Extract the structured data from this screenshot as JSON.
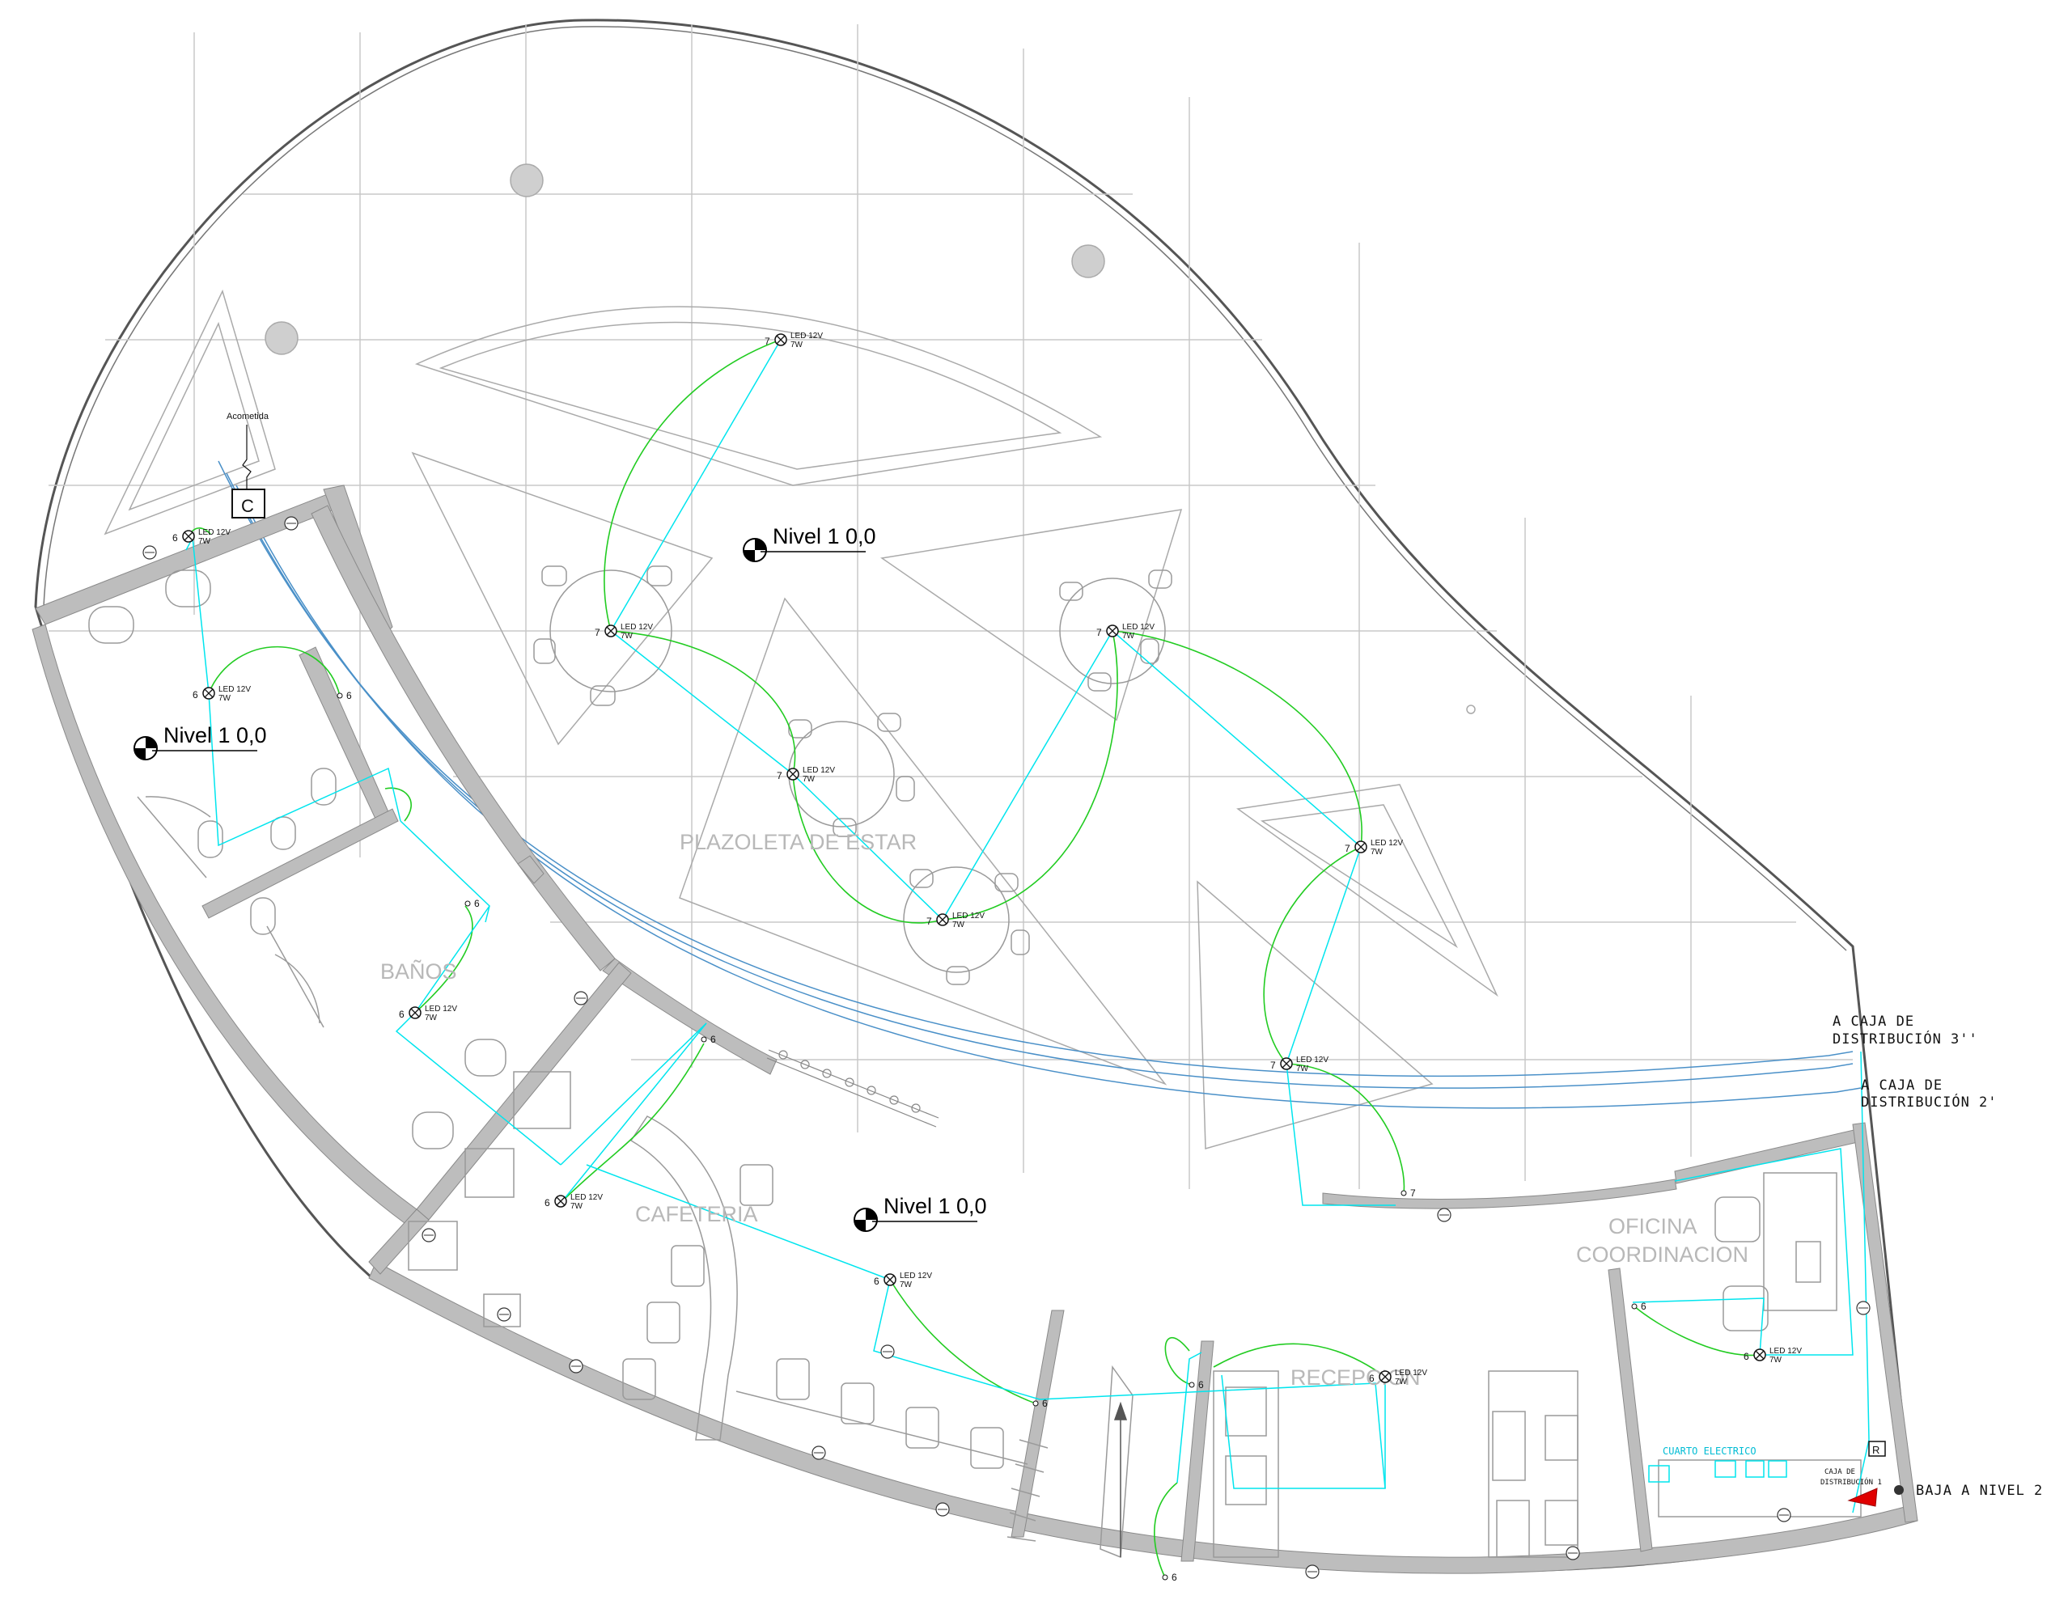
{
  "rooms": {
    "plazoleta": "PLAZOLETA DE ESTAR",
    "banos": "BAÑOS",
    "cafeteria": "CAFETERIA",
    "recepcion": "RECEPCION",
    "oficina_line1": "OFICINA",
    "oficina_line2": "COORDINACION",
    "cuarto": "CUARTO ELECTRICO"
  },
  "level_marker": "Nivel 1  0,0",
  "acometida": "Acometida",
  "meter_letter": "C",
  "r_box_letter": "R",
  "notes": {
    "caja3_line1": "A CAJA DE",
    "caja3_line2": "DISTRIBUCIÓN 3''",
    "caja2_line1": "A CAJA DE",
    "caja2_line2": "DISTRIBUCIÓN 2'",
    "caja1_line1": "CAJA DE",
    "caja1_line2": "DISTRIBUCIÓN 1",
    "baja": "BAJA A NIVEL 2"
  },
  "fixture": {
    "label": "LED 12V",
    "watt": "7W"
  },
  "circuits": {
    "six": "6",
    "seven": "7"
  },
  "colors": {
    "wall": "#bdbdbd",
    "conduit": "#00e5ee",
    "switch_leg": "#22cc22",
    "feeder": "#4a90c8",
    "outline": "#555555",
    "furniture": "#9a9a9a"
  }
}
